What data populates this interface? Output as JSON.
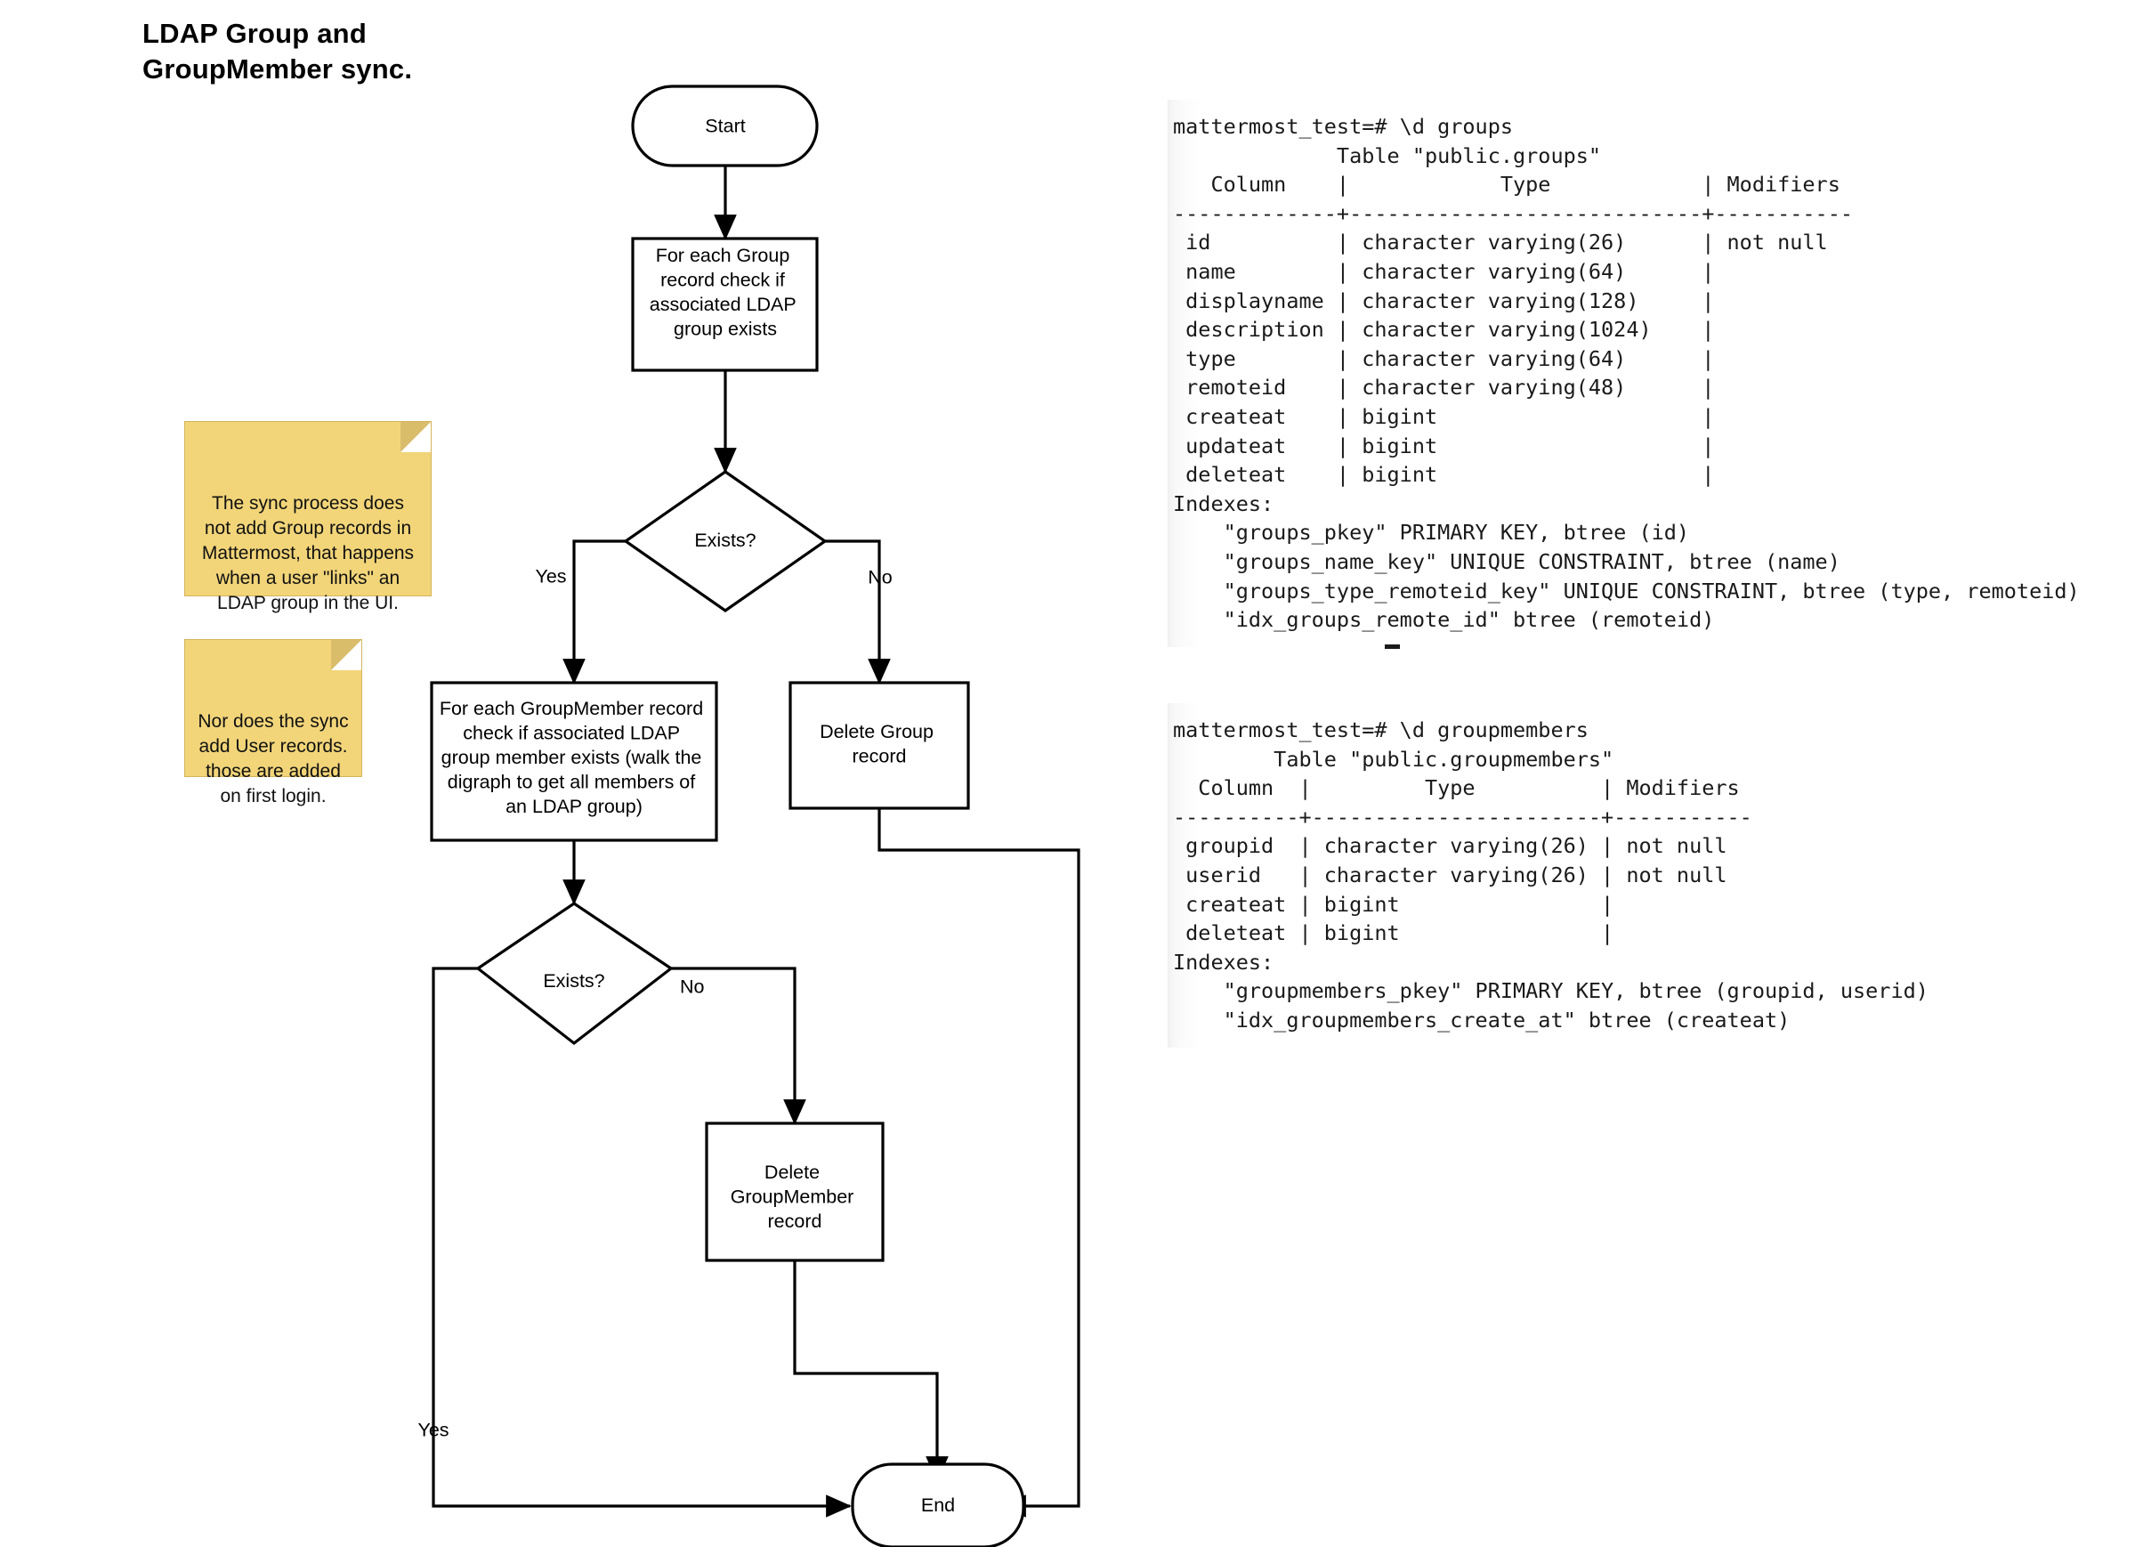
{
  "title": "LDAP Group and\nGroupMember sync.",
  "flowchart": {
    "nodes": {
      "start": "Start",
      "check_group": "For each Group\nrecord check if\nassociated LDAP\ngroup exists",
      "decision_1": "Exists?",
      "check_group_member": "For each GroupMember record\ncheck if associated LDAP\ngroup member exists (walk the\ndigraph to get all members of\nan LDAP group)",
      "delete_group": "Delete Group\nrecord",
      "decision_2": "Exists?",
      "delete_group_member": "Delete\nGroupMember\nrecord",
      "end": "End"
    },
    "edge_labels": {
      "d1_yes": "Yes",
      "d1_no": "No",
      "d2_yes": "Yes",
      "d2_no": "No"
    }
  },
  "notes": [
    {
      "id": "note-sync-group",
      "text": "The sync process does\nnot add Group records in\nMattermost, that happens\nwhen a user \"links\" an\nLDAP group in the UI."
    },
    {
      "id": "note-sync-user",
      "text": "Nor does the sync\nadd User records.\nthose are added\non first login."
    }
  ],
  "terminals": [
    {
      "id": "groups",
      "prompt": "mattermost_test=# \\d groups",
      "text": "mattermost_test=# \\d groups\n             Table \"public.groups\"\n   Column    |            Type            | Modifiers \n-------------+----------------------------+-----------\n id          | character varying(26)      | not null\n name        | character varying(64)      | \n displayname | character varying(128)     | \n description | character varying(1024)    | \n type        | character varying(64)      | \n remoteid    | character varying(48)      | \n createat    | bigint                     | \n updateat    | bigint                     | \n deleteat    | bigint                     | \nIndexes:\n    \"groups_pkey\" PRIMARY KEY, btree (id)\n    \"groups_name_key\" UNIQUE CONSTRAINT, btree (name)\n    \"groups_type_remoteid_key\" UNIQUE CONSTRAINT, btree (type, remoteid)\n    \"idx_groups_remote_id\" btree (remoteid)"
    },
    {
      "id": "groupmembers",
      "prompt": "mattermost_test=# \\d groupmembers",
      "text": "mattermost_test=# \\d groupmembers\n        Table \"public.groupmembers\"\n  Column  |         Type          | Modifiers \n----------+-----------------------+-----------\n groupid  | character varying(26) | not null\n userid   | character varying(26) | not null\n createat | bigint                | \n deleteat | bigint                | \nIndexes:\n    \"groupmembers_pkey\" PRIMARY KEY, btree (groupid, userid)\n    \"idx_groupmembers_create_at\" btree (createat)"
    }
  ],
  "tables": {
    "groups": {
      "table_name": "public.groups",
      "headers": [
        "Column",
        "Type",
        "Modifiers"
      ],
      "rows": [
        [
          "id",
          "character varying(26)",
          "not null"
        ],
        [
          "name",
          "character varying(64)",
          ""
        ],
        [
          "displayname",
          "character varying(128)",
          ""
        ],
        [
          "description",
          "character varying(1024)",
          ""
        ],
        [
          "type",
          "character varying(64)",
          ""
        ],
        [
          "remoteid",
          "character varying(48)",
          ""
        ],
        [
          "createat",
          "bigint",
          ""
        ],
        [
          "updateat",
          "bigint",
          ""
        ],
        [
          "deleteat",
          "bigint",
          ""
        ]
      ],
      "indexes_label": "Indexes:",
      "indexes": [
        "\"groups_pkey\" PRIMARY KEY, btree (id)",
        "\"groups_name_key\" UNIQUE CONSTRAINT, btree (name)",
        "\"groups_type_remoteid_key\" UNIQUE CONSTRAINT, btree (type, remoteid)",
        "\"idx_groups_remote_id\" btree (remoteid)"
      ]
    },
    "groupmembers": {
      "table_name": "public.groupmembers",
      "headers": [
        "Column",
        "Type",
        "Modifiers"
      ],
      "rows": [
        [
          "groupid",
          "character varying(26)",
          "not null"
        ],
        [
          "userid",
          "character varying(26)",
          "not null"
        ],
        [
          "createat",
          "bigint",
          ""
        ],
        [
          "deleteat",
          "bigint",
          ""
        ]
      ],
      "indexes_label": "Indexes:",
      "indexes": [
        "\"groupmembers_pkey\" PRIMARY KEY, btree (groupid, userid)",
        "\"idx_groupmembers_create_at\" btree (createat)"
      ]
    }
  },
  "colors": {
    "sticky_note": "#f2d579",
    "sticky_note_border": "#d4b45c",
    "stroke": "#000000",
    "shape_fill": "#ffffff",
    "terminal_text": "#1a1a1a"
  }
}
